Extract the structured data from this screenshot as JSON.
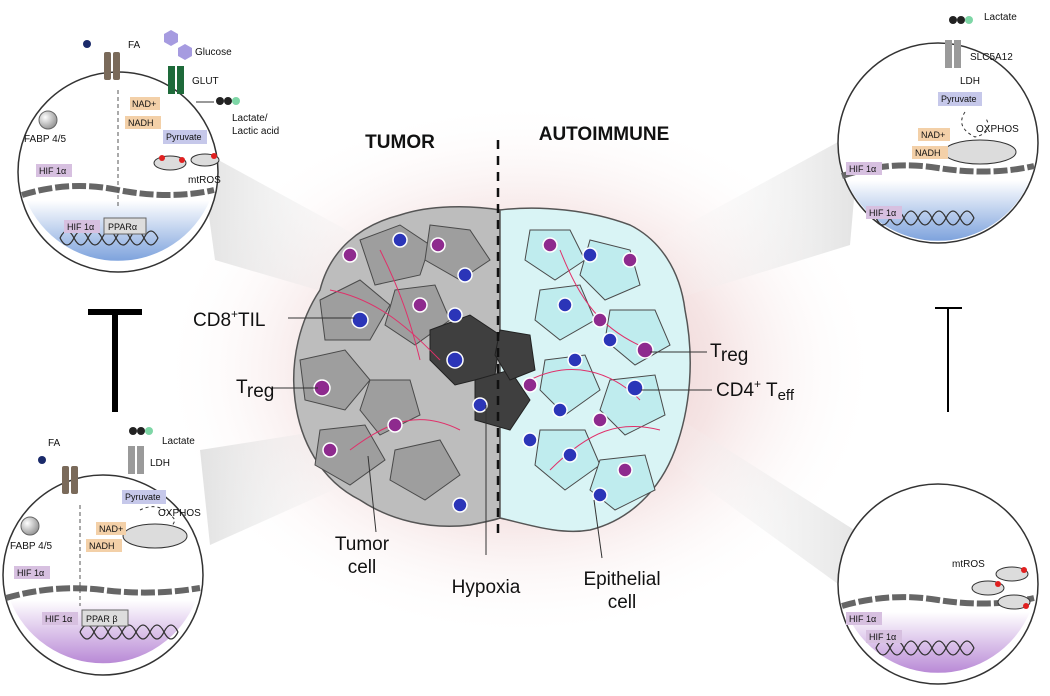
{
  "headers": {
    "left": "TUMOR",
    "right": "AUTOIMMUNE"
  },
  "labels": {
    "cd8_til": "CD8",
    "cd8_til_sup": "+",
    "cd8_til_rest": "TIL",
    "treg_left_main": "T",
    "treg_left_sub": "reg",
    "treg_right_main": "T",
    "treg_right_sub": "reg",
    "cd4_teff_main": "CD4",
    "cd4_teff_sup": "+",
    "cd4_teff_T": " T",
    "cd4_teff_sub": "eff",
    "tumor_cell_1": "Tumor",
    "tumor_cell_2": "cell",
    "hypoxia": "Hypoxia",
    "epithelial_1": "Epithelial",
    "epithelial_2": "cell"
  },
  "circle_top_left": {
    "fa": "FA",
    "glucose": "Glucose",
    "glut": "GLUT",
    "nad_plus": "NAD+",
    "nadh": "NADH",
    "lactate_1": "Lactate/",
    "lactate_2": "Lactic acid",
    "fabp": "FABP 4/5",
    "pyruvate": "Pyruvate",
    "mtros": "mtROS",
    "hif_1": "HIF 1α",
    "hif_2": "HIF 1α",
    "ppar": "PPARα"
  },
  "circle_bottom_left": {
    "fa": "FA",
    "lactate": "Lactate",
    "ldh": "LDH",
    "pyruvate": "Pyruvate",
    "oxphos": "OXPHOS",
    "nad_plus": "NAD+",
    "nadh": "NADH",
    "fabp": "FABP 4/5",
    "hif_1": "HIF 1α",
    "hif_2": "HIF 1α",
    "ppar": "PPAR β"
  },
  "circle_top_right": {
    "lactate": "Lactate",
    "slc": "SLC5A12",
    "ldh": "LDH",
    "pyruvate": "Pyruvate",
    "oxphos": "OXPHOS",
    "nad_plus": "NAD+",
    "nadh": "NADH",
    "hif_1": "HIF 1α",
    "hif_2": "HIF 1α"
  },
  "circle_bottom_right": {
    "mtros": "mtROS",
    "hif_1": "HIF 1α",
    "hif_2": "HIF 1α"
  },
  "colors": {
    "treg": "#8e2a8e",
    "cd8": "#2b35b8",
    "tumor_gray": "#9b9b9b",
    "epithelial_cyan": "#bfecee",
    "vessel": "#e0306a",
    "label_bg_orange": "#f3d0a8",
    "label_bg_purple": "#d7c0e0",
    "label_bg_blue": "#c6c8ea"
  }
}
